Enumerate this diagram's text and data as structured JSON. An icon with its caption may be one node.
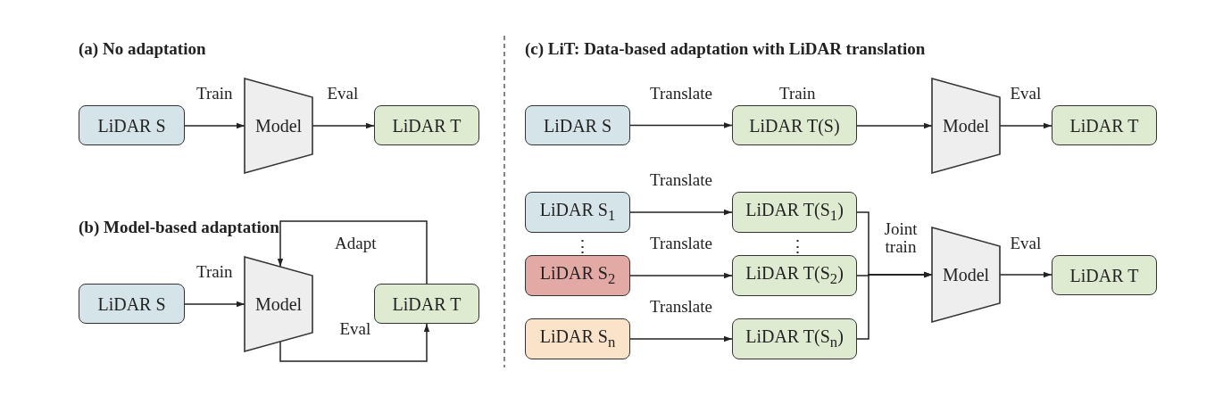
{
  "diagram": {
    "nodes": [
      {
        "text": [
          "LiDAR S"
        ]
      },
      {
        "text": [
          "Model"
        ]
      },
      {
        "text": [
          "LiDAR T"
        ]
      },
      {
        "text": [
          "LiDAR S"
        ]
      },
      {
        "text": [
          "Model"
        ]
      },
      {
        "text": [
          "LiDAR T"
        ]
      },
      {
        "text": [
          "LiDAR S"
        ]
      },
      {
        "text": [
          "LiDAR T(S)"
        ]
      },
      {
        "text": [
          "Model"
        ]
      },
      {
        "text": [
          "LiDAR T"
        ]
      },
      {
        "text": [
          "LiDAR S$_{1}$"
        ]
      },
      {
        "text": [
          "LiDAR S$_{2}$"
        ]
      },
      {
        "text": [
          "LiDAR S$_{n}$"
        ]
      },
      {
        "text": [
          "LiDAR T(S$_{1}$)"
        ]
      },
      {
        "text": [
          "LiDAR T(S$_{2}$)"
        ]
      },
      {
        "text": [
          "LiDAR T(S$_{n}$)"
        ]
      },
      {
        "text": [
          "Model"
        ]
      },
      {
        "text": [
          "LiDAR T"
        ]
      }
    ],
    "edges": [
      {
        "from": 0,
        "to": 1,
        "arrow": "to",
        "label": "Train"
      },
      {
        "from": 1,
        "to": 2,
        "arrow": "to",
        "label": "Eval"
      },
      {
        "from": 3,
        "to": 4,
        "arrow": "to",
        "label": "Train"
      },
      {
        "from": 5,
        "to": 4,
        "arrow": "to",
        "label": "Adapt"
      },
      {
        "from": 4,
        "to": 5,
        "arrow": "to",
        "label": "Eval"
      },
      {
        "from": 6,
        "to": 7,
        "arrow": "to",
        "label": "Translate"
      },
      {
        "from": 7,
        "to": 8,
        "arrow": "to",
        "label": "Train"
      },
      {
        "from": 8,
        "to": 9,
        "arrow": "to",
        "label": "Eval"
      },
      {
        "from": 10,
        "to": 13,
        "arrow": "to",
        "label": "Translate"
      },
      {
        "from": 11,
        "to": 14,
        "arrow": "to",
        "label": "Translate"
      },
      {
        "from": 12,
        "to": 15,
        "arrow": "to",
        "label": "Translate"
      },
      {
        "from": 13,
        "to": 16,
        "arrow": "to"
      },
      {
        "from": 14,
        "to": 16,
        "arrow": "to",
        "label": "Joint train"
      },
      {
        "from": 15,
        "to": 16,
        "arrow": "to"
      },
      {
        "from": 16,
        "to": 17,
        "arrow": "to",
        "label": "Eval"
      }
    ],
    "labels": [
      "(a) No adaptation",
      "(b) Model-based adaptation",
      "(c) LiT: Data-based adaptation with LiDAR translation",
      "⋮",
      "⋮"
    ]
  }
}
